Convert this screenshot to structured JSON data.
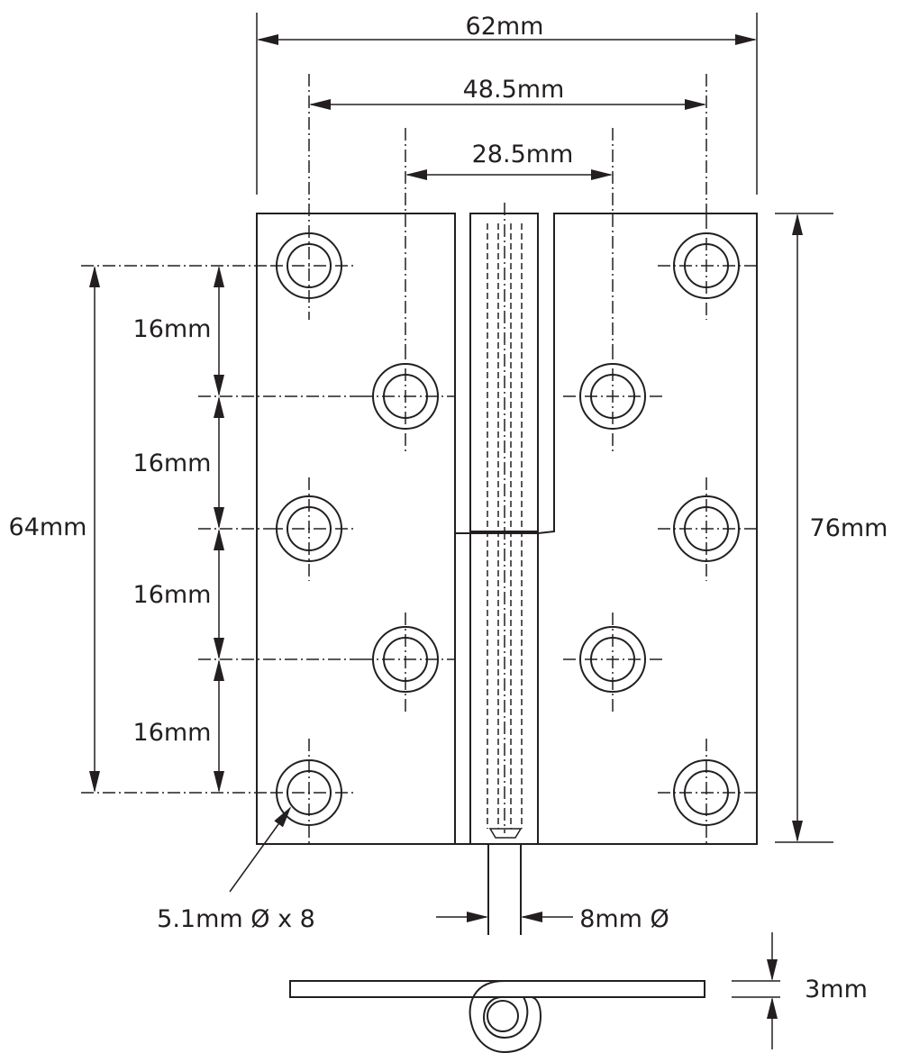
{
  "labels": {
    "overall_width": "62mm",
    "outer_hole_spacing": "48.5mm",
    "inner_hole_spacing": "28.5mm",
    "hole_pitch_1": "16mm",
    "hole_pitch_2": "16mm",
    "hole_pitch_3": "16mm",
    "hole_pitch_4": "16mm",
    "hole_span": "64mm",
    "overall_height": "76mm",
    "hole_callout": "5.1mm Ø x 8",
    "pin_diameter": "8mm Ø",
    "thickness": "3mm"
  }
}
